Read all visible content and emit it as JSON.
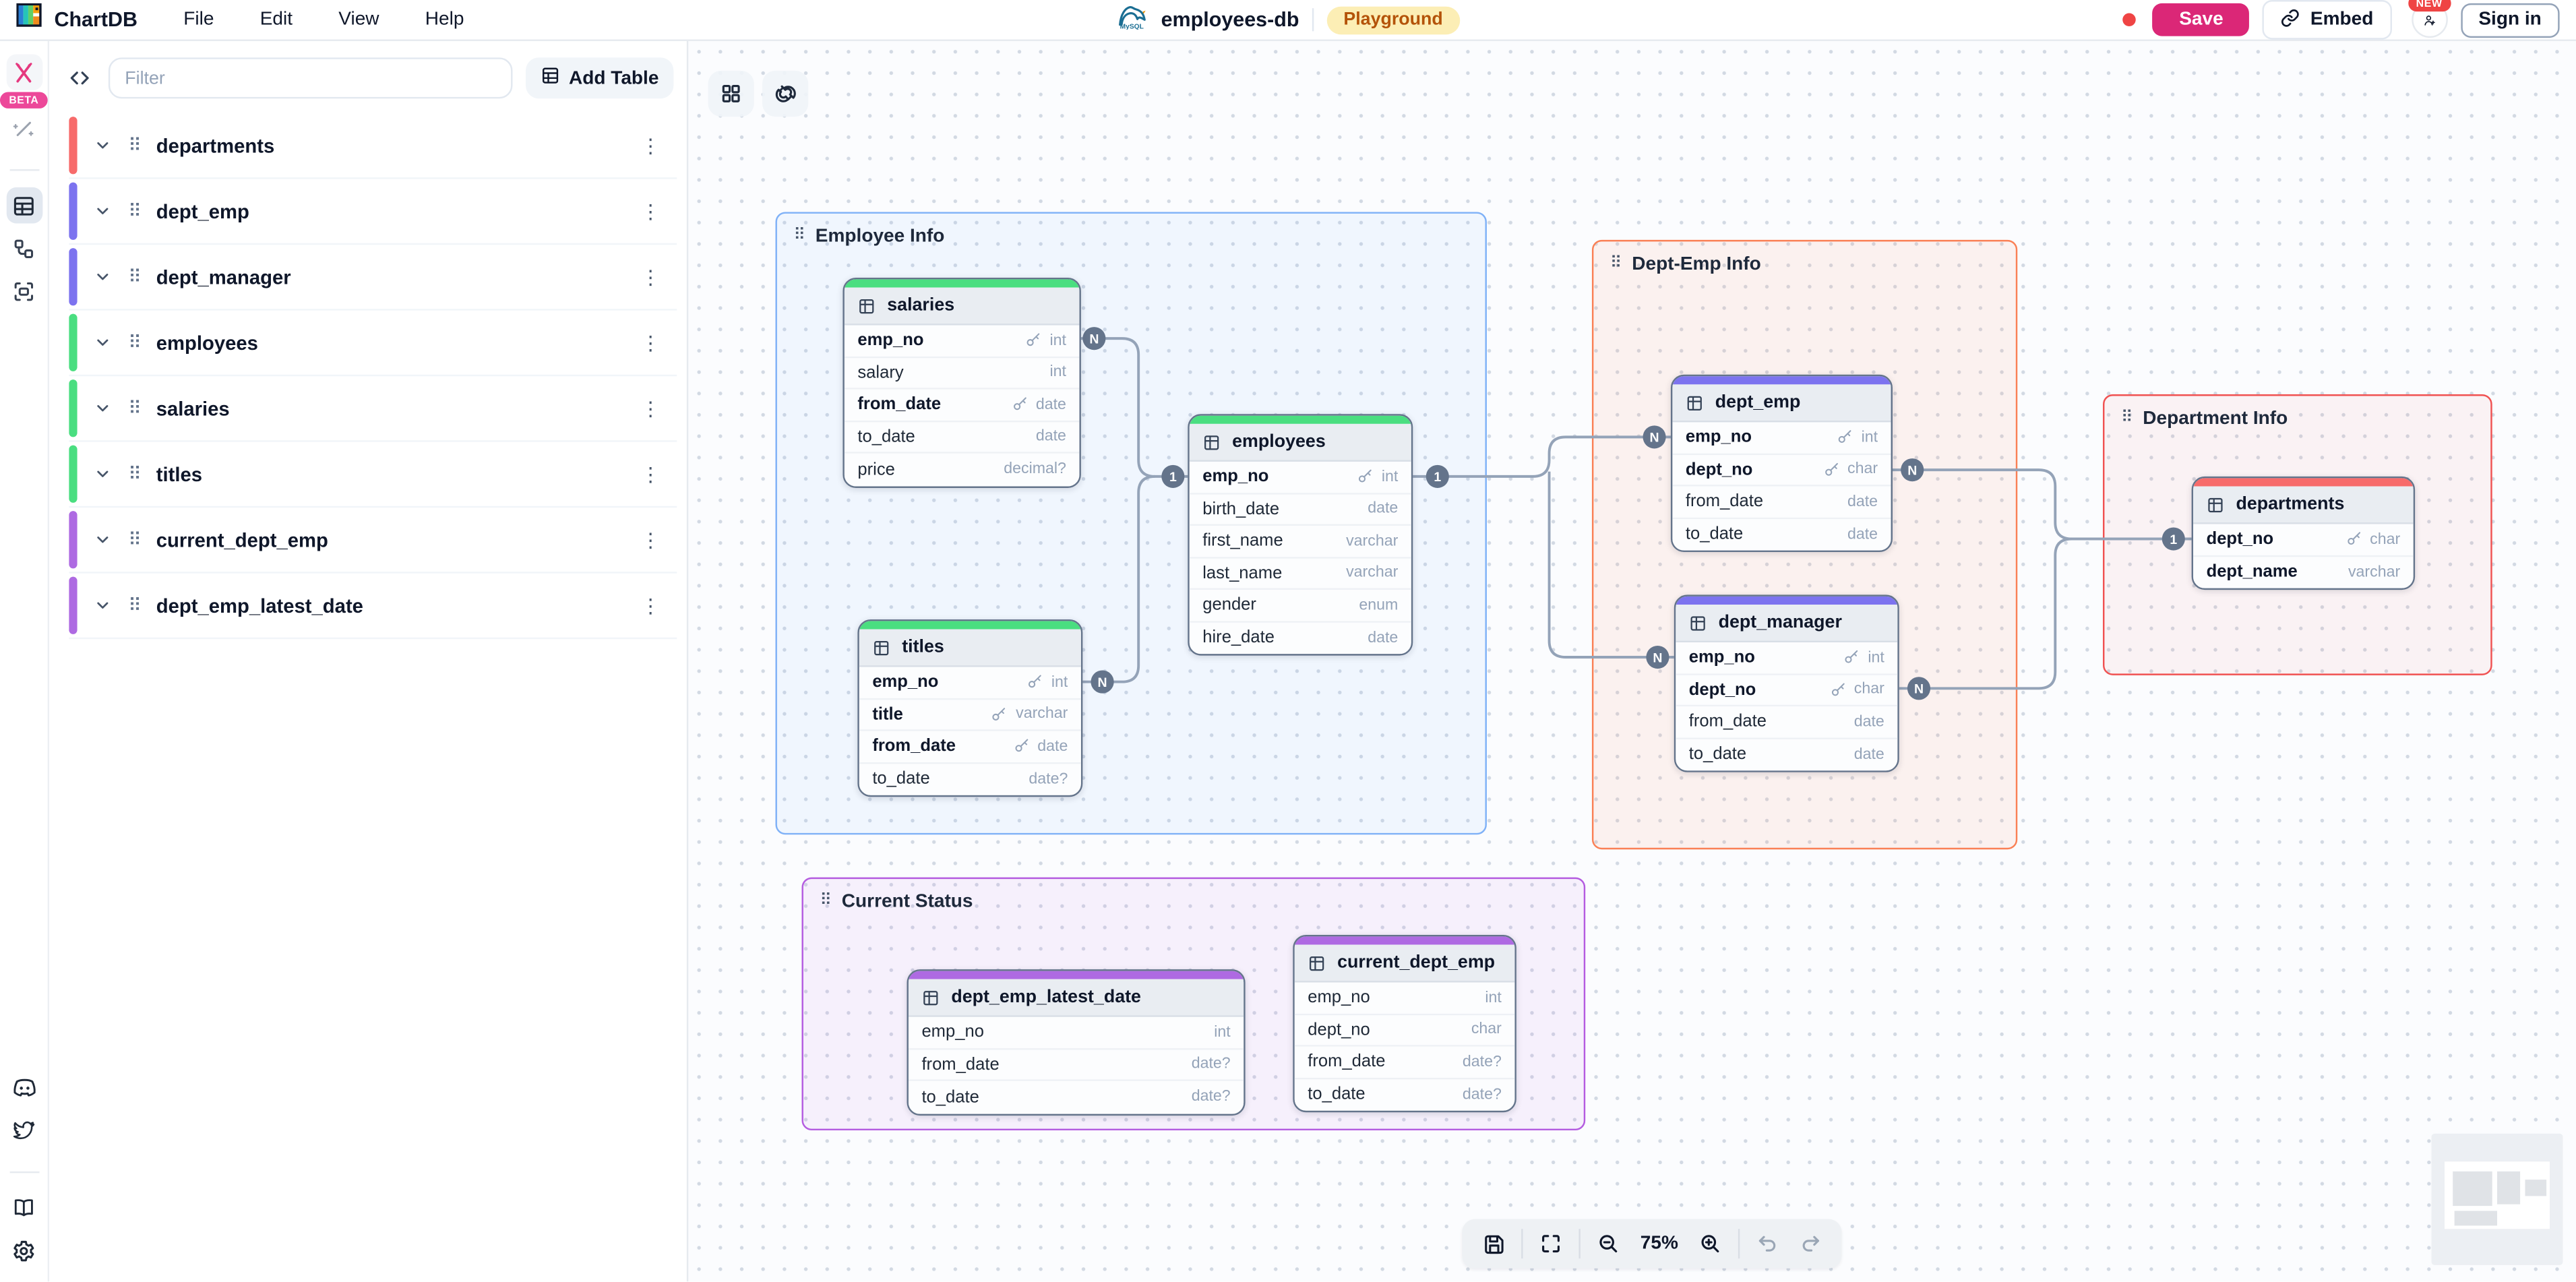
{
  "header": {
    "app_name": "ChartDB",
    "menus": [
      "File",
      "Edit",
      "View",
      "Help"
    ],
    "diagram_name": "employees-db",
    "db_badge": "Playground",
    "save_label": "Save",
    "embed_label": "Embed",
    "new_badge": "NEW",
    "signin_label": "Sign in",
    "accent_save_color": "#db2777"
  },
  "sidebar": {
    "filter_placeholder": "Filter",
    "add_table_label": "Add Table",
    "beta_label": "BETA",
    "tables": [
      "departments",
      "dept_emp",
      "dept_manager",
      "employees",
      "salaries",
      "titles",
      "current_dept_emp",
      "dept_emp_latest_date"
    ]
  },
  "toolbar": {
    "zoom_level": "75%"
  },
  "canvas": {
    "areas": [
      {
        "name": "Employee Info",
        "border": "#7fb1f7",
        "bg": "rgba(96,165,250,0.07)"
      },
      {
        "name": "Dept-Emp Info",
        "border": "#fa8055",
        "bg": "rgba(250,128,85,0.09)"
      },
      {
        "name": "Department Info",
        "border": "#f05252",
        "bg": "rgba(240,82,82,0.06)"
      },
      {
        "name": "Current Status",
        "border": "#b45ce0",
        "bg": "rgba(180,92,224,0.07)"
      }
    ],
    "tables": [
      {
        "name": "salaries",
        "color": "#4ade80",
        "fields": [
          {
            "name": "emp_no",
            "type": "int",
            "key": true,
            "bold": true
          },
          {
            "name": "salary",
            "type": "int"
          },
          {
            "name": "from_date",
            "type": "date",
            "key": true,
            "bold": true
          },
          {
            "name": "to_date",
            "type": "date"
          },
          {
            "name": "price",
            "type": "decimal?"
          }
        ]
      },
      {
        "name": "titles",
        "color": "#4ade80",
        "fields": [
          {
            "name": "emp_no",
            "type": "int",
            "key": true,
            "bold": true
          },
          {
            "name": "title",
            "type": "varchar",
            "key": true,
            "bold": true
          },
          {
            "name": "from_date",
            "type": "date",
            "key": true,
            "bold": true
          },
          {
            "name": "to_date",
            "type": "date?"
          }
        ]
      },
      {
        "name": "employees",
        "color": "#4ade80",
        "fields": [
          {
            "name": "emp_no",
            "type": "int",
            "key": true,
            "bold": true
          },
          {
            "name": "birth_date",
            "type": "date"
          },
          {
            "name": "first_name",
            "type": "varchar"
          },
          {
            "name": "last_name",
            "type": "varchar"
          },
          {
            "name": "gender",
            "type": "enum"
          },
          {
            "name": "hire_date",
            "type": "date"
          }
        ]
      },
      {
        "name": "dept_emp",
        "color": "#7c73ef",
        "fields": [
          {
            "name": "emp_no",
            "type": "int",
            "key": true,
            "bold": true
          },
          {
            "name": "dept_no",
            "type": "char",
            "key": true,
            "bold": true
          },
          {
            "name": "from_date",
            "type": "date"
          },
          {
            "name": "to_date",
            "type": "date"
          }
        ]
      },
      {
        "name": "dept_manager",
        "color": "#7c73ef",
        "fields": [
          {
            "name": "emp_no",
            "type": "int",
            "key": true,
            "bold": true
          },
          {
            "name": "dept_no",
            "type": "char",
            "key": true,
            "bold": true
          },
          {
            "name": "from_date",
            "type": "date"
          },
          {
            "name": "to_date",
            "type": "date"
          }
        ]
      },
      {
        "name": "departments",
        "color": "#f76b6b",
        "fields": [
          {
            "name": "dept_no",
            "type": "char",
            "key": true,
            "bold": true
          },
          {
            "name": "dept_name",
            "type": "varchar",
            "bold": true
          }
        ]
      },
      {
        "name": "dept_emp_latest_date",
        "color": "#ae6ae2",
        "fields": [
          {
            "name": "emp_no",
            "type": "int"
          },
          {
            "name": "from_date",
            "type": "date?"
          },
          {
            "name": "to_date",
            "type": "date?"
          }
        ]
      },
      {
        "name": "current_dept_emp",
        "color": "#ae6ae2",
        "fields": [
          {
            "name": "emp_no",
            "type": "int"
          },
          {
            "name": "dept_no",
            "type": "char"
          },
          {
            "name": "from_date",
            "type": "date?"
          },
          {
            "name": "to_date",
            "type": "date?"
          }
        ]
      }
    ],
    "relationships": [
      {
        "from_table": "salaries",
        "from_field": "emp_no",
        "from_cardinality": "N",
        "to_table": "employees",
        "to_field": "emp_no",
        "to_cardinality": "1"
      },
      {
        "from_table": "titles",
        "from_field": "emp_no",
        "from_cardinality": "N",
        "to_table": "employees",
        "to_field": "emp_no",
        "to_cardinality": "1"
      },
      {
        "from_table": "employees",
        "from_field": "emp_no",
        "from_cardinality": "1",
        "to_table": "dept_emp",
        "to_field": "emp_no",
        "to_cardinality": "N"
      },
      {
        "from_table": "employees",
        "from_field": "emp_no",
        "from_cardinality": "1",
        "to_table": "dept_manager",
        "to_field": "emp_no",
        "to_cardinality": "N"
      },
      {
        "from_table": "dept_emp",
        "from_field": "dept_no",
        "from_cardinality": "N",
        "to_table": "departments",
        "to_field": "dept_no",
        "to_cardinality": "1"
      },
      {
        "from_table": "dept_manager",
        "from_field": "dept_no",
        "from_cardinality": "N",
        "to_table": "departments",
        "to_field": "dept_no",
        "to_cardinality": "1"
      }
    ]
  }
}
